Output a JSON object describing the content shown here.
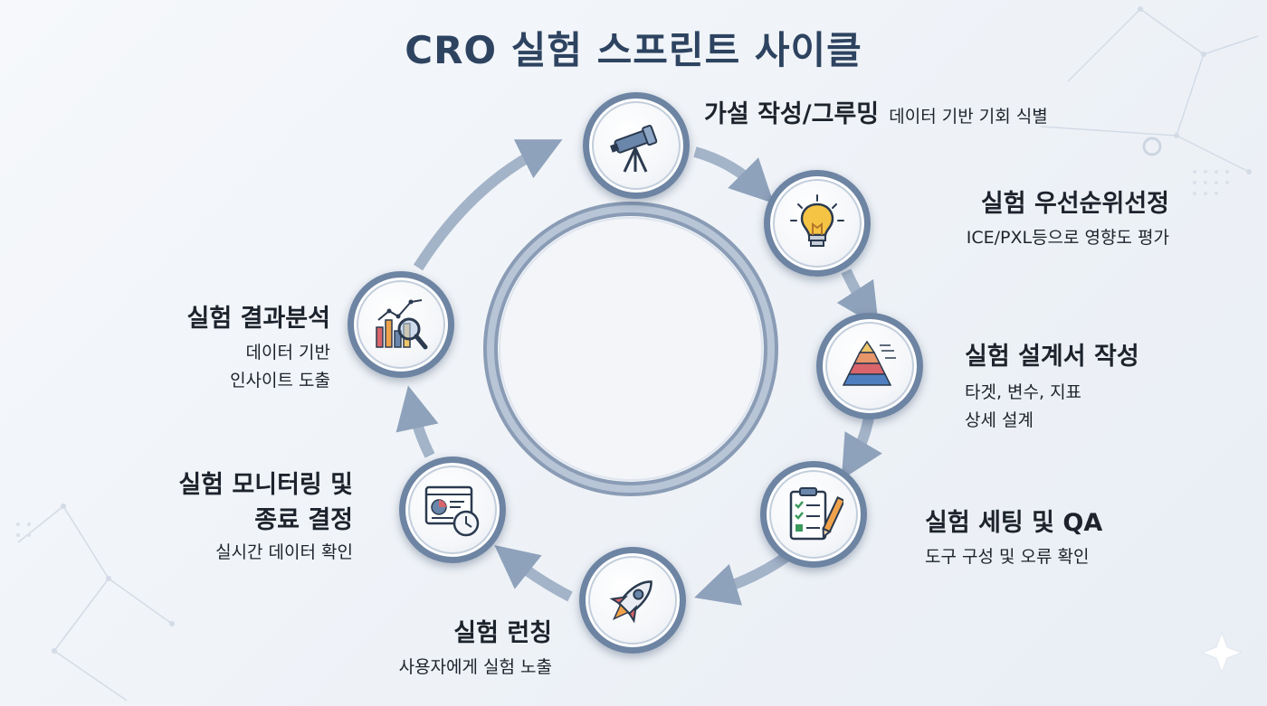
{
  "title": "CRO 실험 스프린트 사이클",
  "colors": {
    "title": "#2d4360",
    "ring": "#6d84a3",
    "arrow": "#9aabc2",
    "text": "#1d232c"
  },
  "steps": [
    {
      "heading": "가설 작성/그루밍",
      "desc": "데이터 기반 기회 식별",
      "icon": "telescope-icon"
    },
    {
      "heading": "실험 우선순위선정",
      "desc": "ICE/PXL등으로 영향도 평가",
      "icon": "lightbulb-icon"
    },
    {
      "heading": "실험 설계서 작성",
      "desc1": "타겟, 변수, 지표",
      "desc2": "상세 설계",
      "icon": "pyramid-icon"
    },
    {
      "heading": "실험 세팅 및 QA",
      "desc": "도구 구성 및 오류 확인",
      "icon": "checklist-icon"
    },
    {
      "heading": "실험 런칭",
      "desc": "사용자에게 실험 노출",
      "icon": "rocket-icon"
    },
    {
      "heading1": "실험 모니터링 및",
      "heading2": "종료 결정",
      "desc": "실시간 데이터 확인",
      "icon": "dashboard-clock-icon"
    },
    {
      "heading": "실험 결과분석",
      "desc1": "데이터 기반",
      "desc2": "인사이트 도출",
      "icon": "chart-magnifier-icon"
    }
  ]
}
